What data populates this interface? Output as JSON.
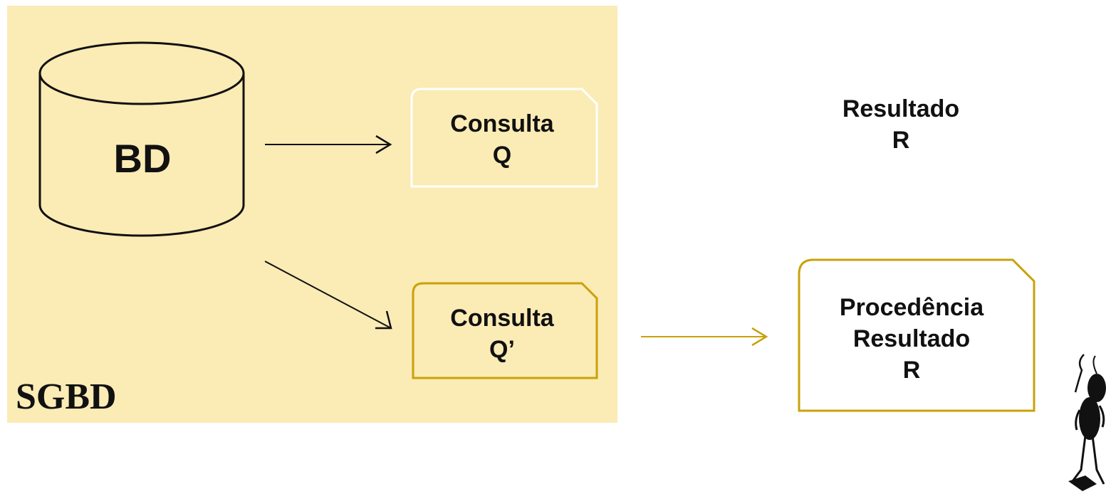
{
  "diagram": {
    "sgbd_label": "SGBD",
    "database": {
      "label": "BD"
    },
    "query": {
      "line1": "Consulta",
      "line2": "Q"
    },
    "query_prime": {
      "line1": "Consulta",
      "line2": "Q’"
    },
    "result": {
      "line1": "Resultado",
      "line2": "R"
    },
    "provenance": {
      "line1": "Procedência",
      "line2": "Resultado",
      "line3": "R"
    },
    "colors": {
      "panel": "#fbebb5",
      "gold": "#c9a20a",
      "dark": "#111111",
      "white": "#ffffff"
    },
    "icons": {
      "ant": "ant-cartoon-icon"
    }
  }
}
